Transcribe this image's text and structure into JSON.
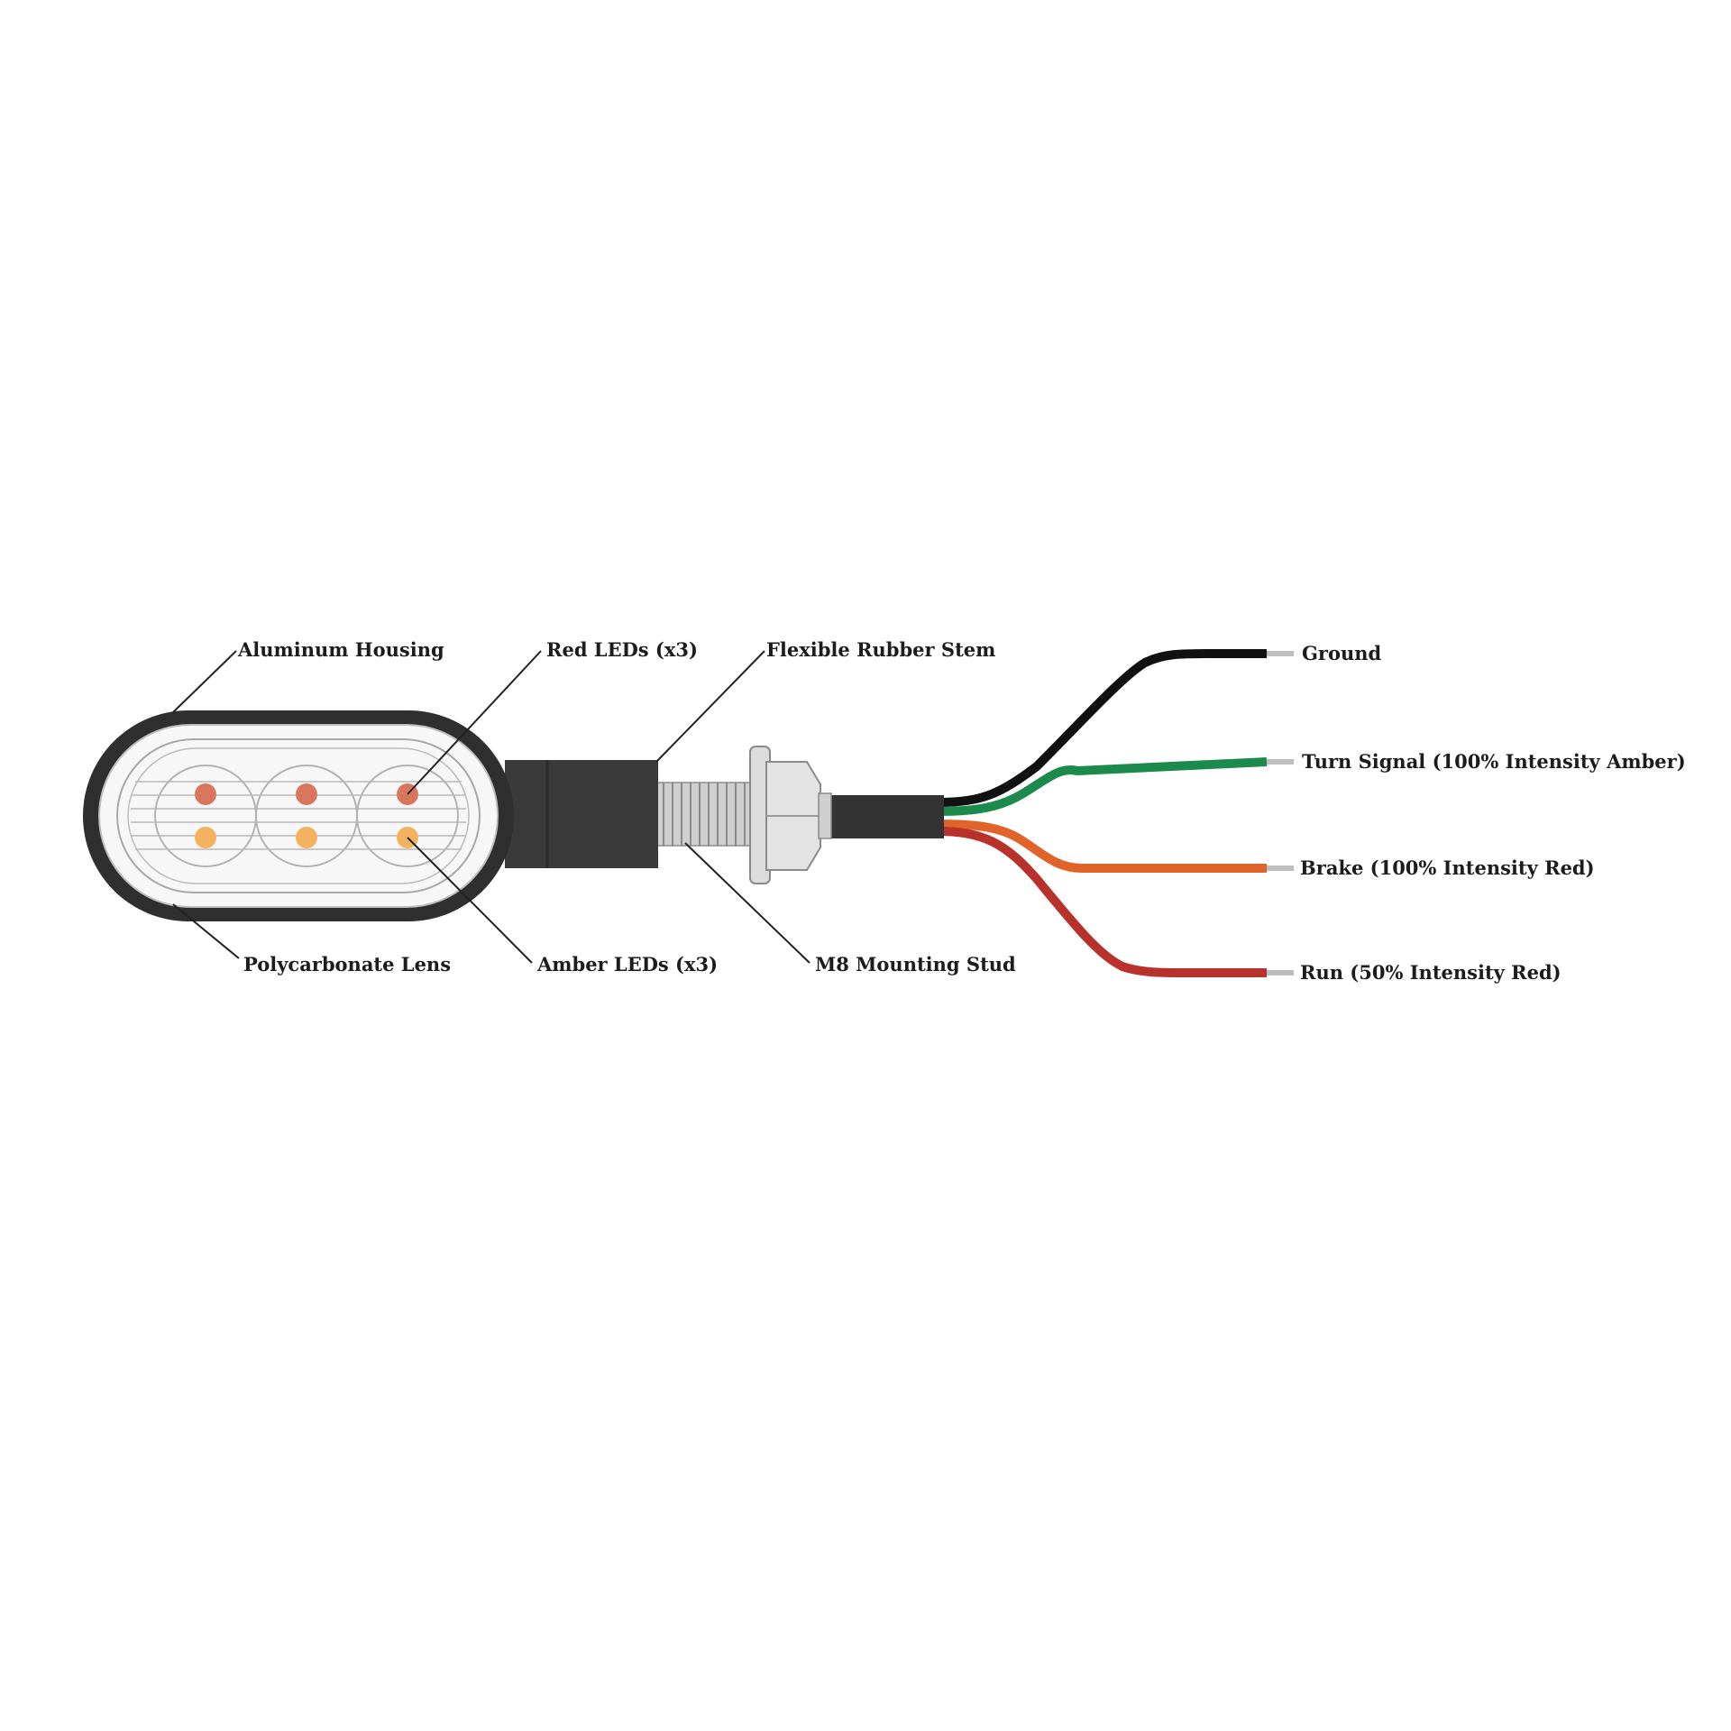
{
  "labels": {
    "housing": "Aluminum Housing",
    "red_leds": "Red LEDs (x3)",
    "stem": "Flexible Rubber Stem",
    "lens": "Polycarbonate Lens",
    "amber_leds": "Amber LEDs (x3)",
    "stud": "M8 Mounting Stud"
  },
  "wires": [
    {
      "label": "Ground",
      "color": "#111111"
    },
    {
      "label": "Turn Signal (100% Intensity Amber)",
      "color": "#1b8a4c"
    },
    {
      "label": "Brake (100% Intensity Red)",
      "color": "#e0642a"
    },
    {
      "label": "Run (50% Intensity Red)",
      "color": "#b9312b"
    }
  ],
  "colors": {
    "housing": "#2f2f2f",
    "stem": "#3a3a3a",
    "led_red": "#d9765e",
    "led_amber": "#f2b25e",
    "wire_tip": "#bdbdbd"
  }
}
